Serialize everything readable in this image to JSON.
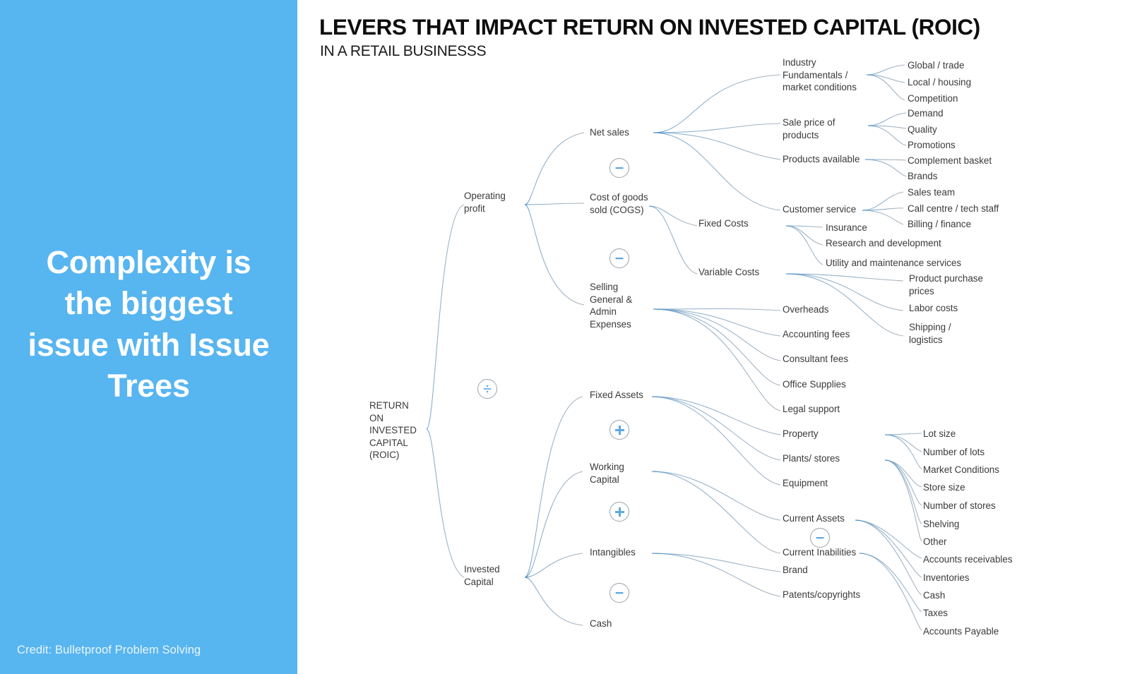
{
  "left_panel": {
    "promo_text": "Complexity is the biggest issue with Issue Trees",
    "credit": "Credit: Bulletproof Problem Solving",
    "background_color": "#57b5f0",
    "text_color": "#ffffff"
  },
  "header": {
    "title": "LEVERS THAT IMPACT RETURN  ON INVESTED CAPITAL (ROIC)",
    "subtitle": "IN A RETAIL BUSINESSS"
  },
  "colors": {
    "link": "#7d93ad",
    "link_accent": "#4a90d9",
    "operator_blue": "#5fa8e0",
    "operator_ring": "#9aa4ad",
    "node_text": "#3a3a3a"
  },
  "diagram": {
    "type": "issue-tree",
    "root": "RETURN\nON\nINVESTED\nCAPITAL\n(ROIC)",
    "operators": [
      {
        "name": "divide",
        "symbol": "÷",
        "between": [
          "Operating profit",
          "Invested Capital"
        ]
      },
      {
        "name": "minus",
        "symbol": "−",
        "between": [
          "Net sales",
          "Cost of goods sold (COGS)"
        ]
      },
      {
        "name": "minus",
        "symbol": "−",
        "between": [
          "Cost of goods sold (COGS)",
          "Selling General & Admin Expenses"
        ]
      },
      {
        "name": "plus",
        "symbol": "+",
        "between": [
          "Fixed Assets",
          "Working Capital"
        ]
      },
      {
        "name": "plus",
        "symbol": "+",
        "between": [
          "Working Capital",
          "Intangibles"
        ]
      },
      {
        "name": "minus",
        "symbol": "−",
        "between": [
          "Intangibles",
          "Cash"
        ]
      },
      {
        "name": "minus",
        "symbol": "−",
        "between": [
          "Current Assets",
          "Current Inabilities"
        ]
      }
    ],
    "level1": [
      {
        "label": "Operating\nprofit"
      },
      {
        "label": "Invested\nCapital"
      }
    ],
    "level2": [
      {
        "label": "Net sales",
        "parent": "Operating profit"
      },
      {
        "label": "Cost of goods\nsold (COGS)",
        "parent": "Operating profit"
      },
      {
        "label": "Selling\nGeneral &\nAdmin\nExpenses",
        "parent": "Operating profit"
      },
      {
        "label": "Fixed Assets",
        "parent": "Invested Capital"
      },
      {
        "label": "Working\nCapital",
        "parent": "Invested Capital"
      },
      {
        "label": "Intangibles",
        "parent": "Invested Capital"
      },
      {
        "label": "Cash",
        "parent": "Invested Capital"
      }
    ],
    "level3": [
      {
        "label": "Fixed Costs",
        "parent": "Cost of goods sold (COGS)"
      },
      {
        "label": "Variable  Costs",
        "parent": "Cost of goods sold (COGS)"
      }
    ],
    "level4": [
      {
        "label": "Industry\nFundamentals /\nmarket  conditions",
        "parent": "Net sales"
      },
      {
        "label": "Sale price of\nproducts",
        "parent": "Net sales"
      },
      {
        "label": "Products available",
        "parent": "Net sales"
      },
      {
        "label": "Customer service",
        "parent": "Net sales"
      },
      {
        "label": "Insurance",
        "parent": "Fixed Costs"
      },
      {
        "label": "Research and development",
        "parent": "Fixed Costs"
      },
      {
        "label": "Utility and maintenance services",
        "parent": "Fixed Costs"
      },
      {
        "label": "Overheads",
        "parent": "Selling General & Admin Expenses"
      },
      {
        "label": "Accounting fees",
        "parent": "Selling General & Admin Expenses"
      },
      {
        "label": "Consultant fees",
        "parent": "Selling General & Admin Expenses"
      },
      {
        "label": "Office  Supplies",
        "parent": "Selling General & Admin Expenses"
      },
      {
        "label": "Legal support",
        "parent": "Selling General & Admin Expenses"
      },
      {
        "label": "Property",
        "parent": "Fixed Assets"
      },
      {
        "label": "Plants/ stores",
        "parent": "Fixed Assets"
      },
      {
        "label": "Equipment",
        "parent": "Fixed Assets"
      },
      {
        "label": "Current Assets",
        "parent": "Working Capital"
      },
      {
        "label": "Current Inabilities",
        "parent": "Working Capital"
      },
      {
        "label": "Brand",
        "parent": "Intangibles"
      },
      {
        "label": "Patents/copyrights",
        "parent": "Intangibles"
      }
    ],
    "level5": [
      {
        "label": "Global / trade",
        "parent": "Industry Fundamentals / market conditions"
      },
      {
        "label": "Local / housing",
        "parent": "Industry Fundamentals / market conditions"
      },
      {
        "label": "Competition",
        "parent": "Industry Fundamentals / market conditions"
      },
      {
        "label": "Demand",
        "parent": "Sale price of products"
      },
      {
        "label": "Quality",
        "parent": "Sale price of products"
      },
      {
        "label": "Promotions",
        "parent": "Sale price of products"
      },
      {
        "label": "Complement  basket",
        "parent": "Products available"
      },
      {
        "label": "Brands",
        "parent": "Products available"
      },
      {
        "label": "Sales team",
        "parent": "Customer service"
      },
      {
        "label": "Call centre / tech staff",
        "parent": "Customer service"
      },
      {
        "label": "Billing / finance",
        "parent": "Customer service"
      },
      {
        "label": "Product purchase\nprices",
        "parent": "Variable Costs"
      },
      {
        "label": "Labor costs",
        "parent": "Variable Costs"
      },
      {
        "label": "Shipping /\nlogistics",
        "parent": "Variable Costs"
      },
      {
        "label": "Lot size",
        "parent": "Property"
      },
      {
        "label": "Number of lots",
        "parent": "Property"
      },
      {
        "label": "Market Conditions",
        "parent": "Property"
      },
      {
        "label": "Store size",
        "parent": "Plants/ stores"
      },
      {
        "label": "Number of stores",
        "parent": "Plants/ stores"
      },
      {
        "label": "Shelving",
        "parent": "Plants/ stores"
      },
      {
        "label": "Other",
        "parent": "Plants/ stores"
      },
      {
        "label": "Accounts receivables",
        "parent": "Current Assets"
      },
      {
        "label": "Inventories",
        "parent": "Current Assets"
      },
      {
        "label": "Cash",
        "parent": "Current Assets"
      },
      {
        "label": "Taxes",
        "parent": "Current Inabilities"
      },
      {
        "label": "Accounts Payable",
        "parent": "Current Inabilities"
      }
    ]
  }
}
